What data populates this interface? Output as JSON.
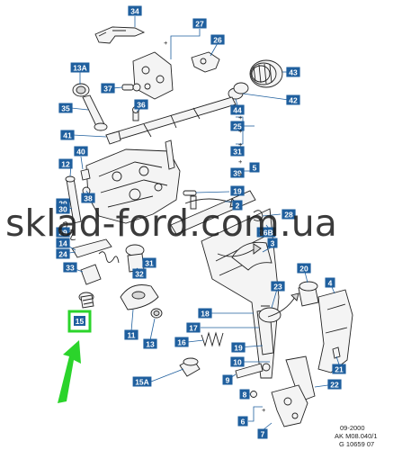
{
  "watermark": "sklad-ford.com.ua",
  "info_lines": [
    "09-2000",
    "AK M08.040/1",
    "G 10659 07"
  ],
  "highlight": {
    "label": "15",
    "color": "#2bd42b"
  },
  "callouts": [
    {
      "label": "34"
    },
    {
      "label": "27"
    },
    {
      "label": "26"
    },
    {
      "label": "13A"
    },
    {
      "label": "43"
    },
    {
      "label": "37"
    },
    {
      "label": "42"
    },
    {
      "label": "35"
    },
    {
      "label": "36"
    },
    {
      "label": "44"
    },
    {
      "label": "41"
    },
    {
      "label": "25"
    },
    {
      "label": "40"
    },
    {
      "label": "12"
    },
    {
      "label": "31"
    },
    {
      "label": "39"
    },
    {
      "label": "5"
    },
    {
      "label": "38"
    },
    {
      "label": "29"
    },
    {
      "label": "19"
    },
    {
      "label": "30"
    },
    {
      "label": "2"
    },
    {
      "label": "28"
    },
    {
      "label": "29"
    },
    {
      "label": "14"
    },
    {
      "label": "16B"
    },
    {
      "label": "24"
    },
    {
      "label": "3"
    },
    {
      "label": "33"
    },
    {
      "label": "31"
    },
    {
      "label": "32"
    },
    {
      "label": "20"
    },
    {
      "label": "23"
    },
    {
      "label": "4"
    },
    {
      "label": "18"
    },
    {
      "label": "17"
    },
    {
      "label": "11"
    },
    {
      "label": "13"
    },
    {
      "label": "16"
    },
    {
      "label": "19"
    },
    {
      "label": "10"
    },
    {
      "label": "15A"
    },
    {
      "label": "9"
    },
    {
      "label": "21"
    },
    {
      "label": "8"
    },
    {
      "label": "22"
    },
    {
      "label": "6"
    },
    {
      "label": "7"
    }
  ],
  "brackets": {
    "group_41": [
      "+",
      "+",
      "+"
    ],
    "group_5": [
      "+",
      "+"
    ],
    "group_6": [
      "+"
    ],
    "top_27": [
      "+"
    ]
  }
}
